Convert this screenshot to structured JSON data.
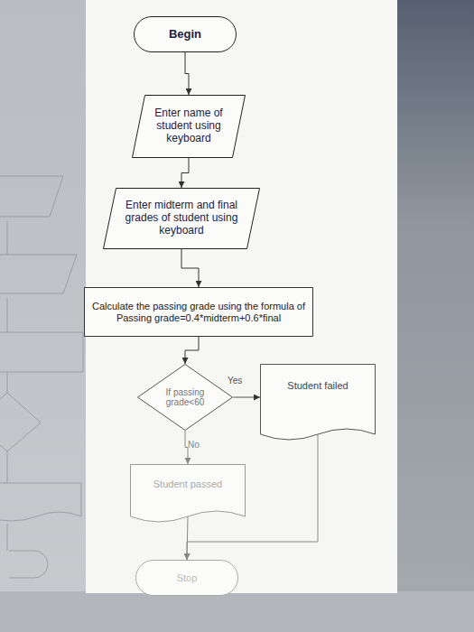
{
  "diagram": {
    "nodes": [
      {
        "text": [
          "Begin"
        ]
      },
      {
        "text": [
          "Enter name of student using keyboard"
        ]
      },
      {
        "text": [
          "Enter midterm and final grades of student using keyboard"
        ]
      },
      {
        "text": [
          "Calculate the passing grade using the formula of Passing grade=0.4*midterm+0.6*final"
        ]
      },
      {
        "text": [
          "If passing grade<60"
        ]
      },
      {
        "text": [
          "Student failed"
        ]
      },
      {
        "text": [
          "Student passed"
        ]
      },
      {
        "text": [
          "Stop"
        ]
      }
    ],
    "edges": [
      {
        "from": 0,
        "to": 1,
        "arrow": "to"
      },
      {
        "from": 1,
        "to": 2,
        "arrow": "to"
      },
      {
        "from": 2,
        "to": 3,
        "arrow": "to"
      },
      {
        "from": 3,
        "to": 4,
        "arrow": "to"
      },
      {
        "from": 4,
        "to": 5,
        "label": "Yes",
        "arrow": "to"
      },
      {
        "from": 4,
        "to": 6,
        "label": "No",
        "arrow": "to"
      },
      {
        "from": 5,
        "to": 7,
        "arrow": "to"
      },
      {
        "from": 6,
        "to": 7,
        "arrow": "to"
      }
    ]
  }
}
